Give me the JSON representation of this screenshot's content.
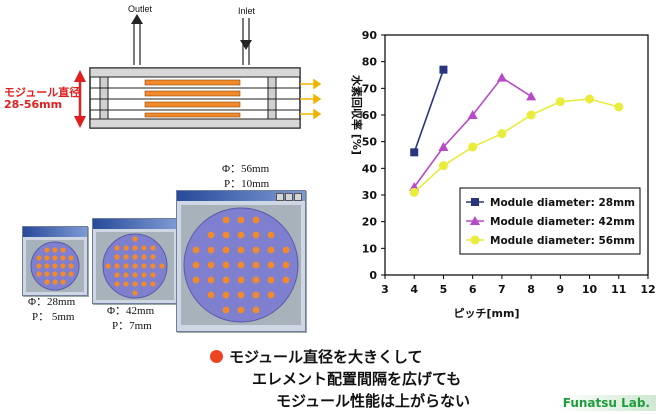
{
  "diagram": {
    "outlet_label": "Outlet",
    "inlet_label": "Inlet",
    "dimension_label": "モジュール直径",
    "dimension_range": "28-56mm"
  },
  "modules": [
    {
      "phi": "Φ：28mm",
      "pitch": "P： 5mm"
    },
    {
      "phi": "Φ：42mm",
      "pitch": "P：7mm"
    },
    {
      "phi": "Φ：56mm",
      "pitch": "P：10mm"
    }
  ],
  "colors": {
    "series_28": "#2a3580",
    "series_42": "#b84ac9",
    "series_56": "#e9ec3a",
    "accent_red": "#e02020",
    "arrow_yellow": "#f0b400",
    "element_orange": "#f08a2a",
    "module_blue": "#7f7fd0",
    "brand_green": "#1f9d3a"
  },
  "chart_data": {
    "type": "line",
    "xlabel": "ピッチ[mm]",
    "ylabel": "水素回収率 [%]",
    "xlim": [
      3,
      12
    ],
    "ylim": [
      0,
      90
    ],
    "xticks": [
      3,
      4,
      5,
      6,
      7,
      8,
      9,
      10,
      11,
      12
    ],
    "yticks": [
      0,
      10,
      20,
      30,
      40,
      50,
      60,
      70,
      80,
      90
    ],
    "grid": false,
    "legend_position": "bottom-right",
    "series": [
      {
        "name": "Module diameter: 28mm",
        "marker": "square",
        "x": [
          4,
          5
        ],
        "y": [
          46,
          77
        ]
      },
      {
        "name": "Module diameter: 42mm",
        "marker": "triangle",
        "x": [
          4,
          5,
          6,
          7,
          8
        ],
        "y": [
          33,
          48,
          60,
          74,
          67
        ]
      },
      {
        "name": "Module diameter: 56mm",
        "marker": "circle",
        "x": [
          4,
          5,
          6,
          7,
          8,
          9,
          10,
          11
        ],
        "y": [
          31,
          41,
          48,
          53,
          60,
          65,
          66,
          63
        ]
      }
    ]
  },
  "conclusion": {
    "line1": "モジュール直径を大きくして",
    "line2": "エレメント配置間隔を広げても",
    "line3": "モジュール性能は上がらない"
  },
  "brand": "Funatsu Lab."
}
